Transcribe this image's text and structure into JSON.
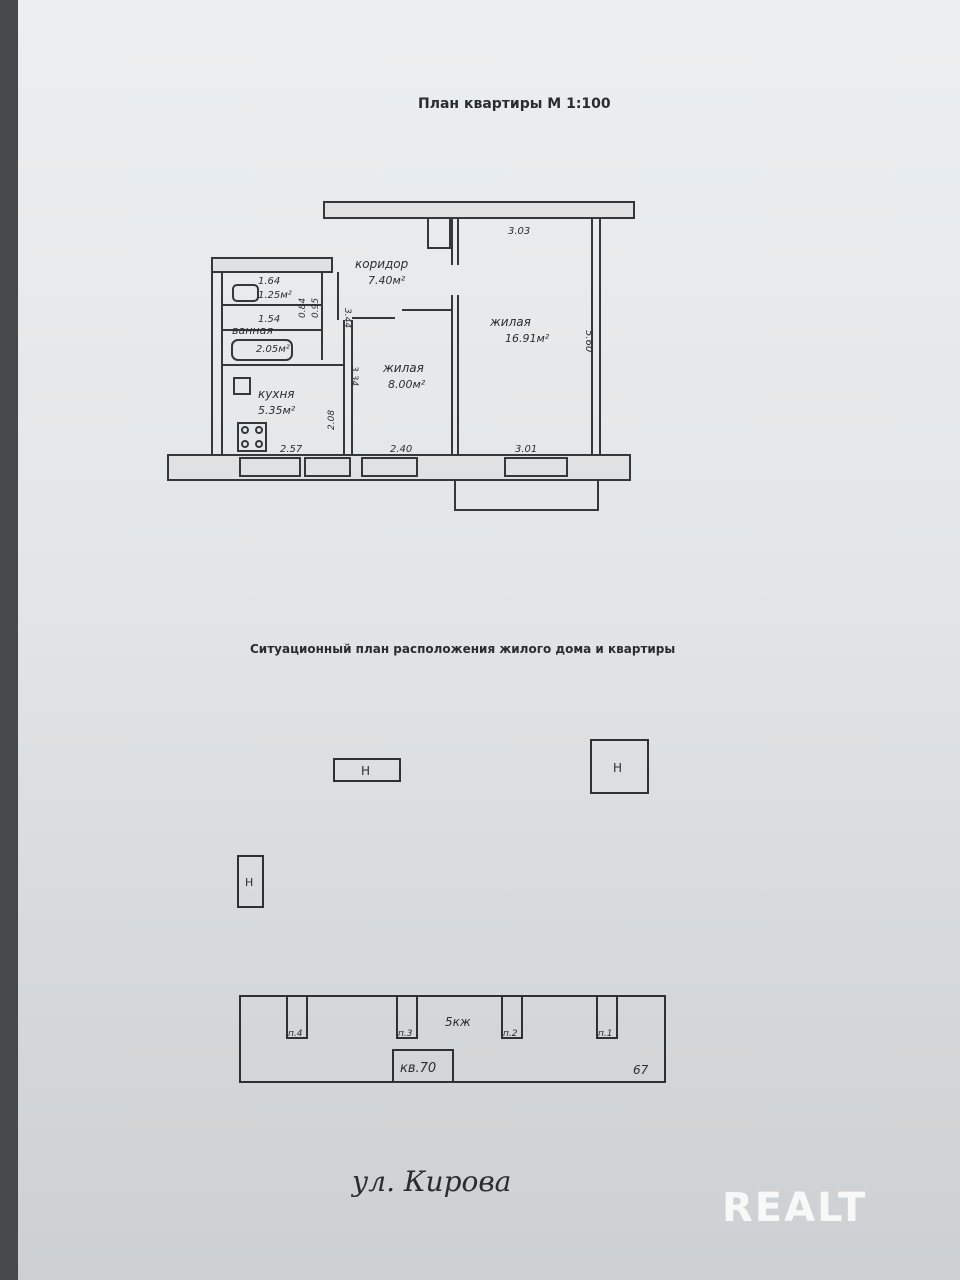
{
  "plan_title": "План квартиры  М 1:100",
  "situation_title": "Ситуационный план расположения жилого дома и квартиры",
  "rooms": {
    "toilet_dim": "1.64",
    "toilet_area": "1.25м²",
    "bath_dim": "1.54",
    "bath_name": "ванная",
    "bath_area": "2.05м²",
    "bath_side": "0.84",
    "kitchen_name": "кухня",
    "kitchen_area": "5.35м²",
    "corridor_name": "коридор",
    "corridor_area": "7.40м²",
    "living_small_name": "жилая",
    "living_small_area": "8.00м²",
    "living_big_name": "жилая",
    "living_big_area": "16.91м²"
  },
  "dims": {
    "top": "3.03",
    "right": "5.60",
    "corr_side": "3.44",
    "liv_side": "3.34",
    "kit_side": "2.08",
    "kit_bottom": "2.57",
    "liv_bottom": "2.40",
    "big_bottom": "3.01",
    "small_side": "0.95"
  },
  "site": {
    "marker": "Н",
    "building_floors": "5кж",
    "entrances": [
      "п.4",
      "п.3",
      "п.2",
      "п.1"
    ],
    "apartment": "кв.70",
    "number": "67",
    "street": "ул. Кирова"
  },
  "watermark": "REALT"
}
